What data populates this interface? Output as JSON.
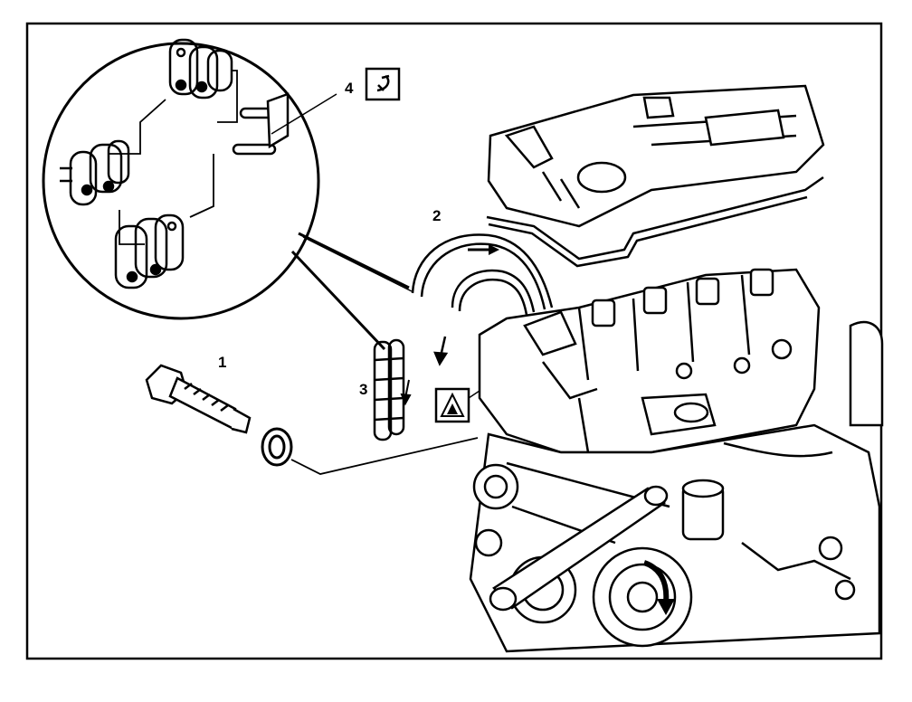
{
  "diagram": {
    "callouts": [
      {
        "id": "1",
        "label": "1"
      },
      {
        "id": "2",
        "label": "2"
      },
      {
        "id": "3",
        "label": "3"
      },
      {
        "id": "4",
        "label": "4"
      }
    ],
    "symbols": [
      {
        "name": "tool-symbol-icon",
        "glyph": "S"
      },
      {
        "name": "warning-triangle-icon",
        "glyph": "!"
      }
    ],
    "colors": {
      "line": "#000000",
      "background": "#ffffff"
    }
  }
}
